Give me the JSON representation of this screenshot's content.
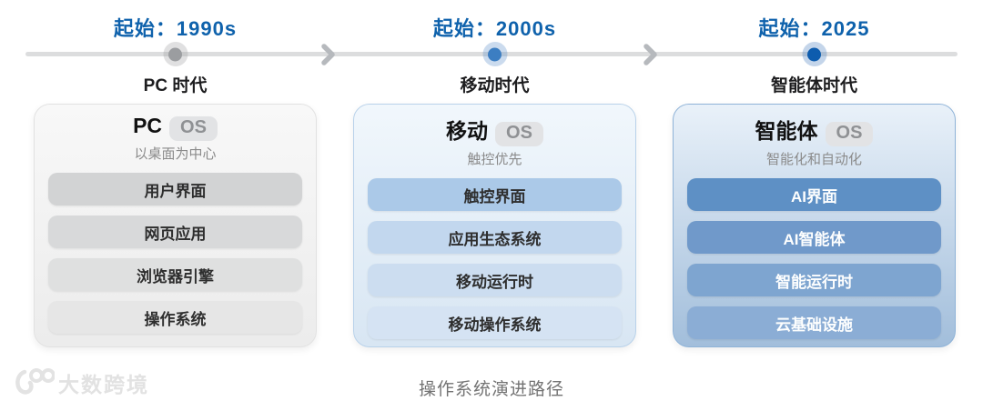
{
  "timeline": {
    "eras": [
      {
        "start_label": "起始：1990s",
        "era_label": "PC 时代",
        "dot_color": "#9b9da0"
      },
      {
        "start_label": "起始：2000s",
        "era_label": "移动时代",
        "dot_color": "#3c7ec2"
      },
      {
        "start_label": "起始：2025",
        "era_label": "智能体时代",
        "dot_color": "#0d5cae"
      }
    ],
    "accent_color": "#0f62ac",
    "track_color": "#dcddde"
  },
  "cards": [
    {
      "title": "PC",
      "badge": "OS",
      "subtitle": "以桌面为中心",
      "items": [
        "用户界面",
        "网页应用",
        "浏览器引擎",
        "操作系统"
      ],
      "theme_color": "#d2d3d4"
    },
    {
      "title": "移动",
      "badge": "OS",
      "subtitle": "触控优先",
      "items": [
        "触控界面",
        "应用生态系统",
        "移动运行时",
        "移动操作系统"
      ],
      "theme_color": "#abc9e8"
    },
    {
      "title": "智能体",
      "badge": "OS",
      "subtitle": "智能化和自动化",
      "items": [
        "AI界面",
        "AI智能体",
        "智能运行时",
        "云基础设施"
      ],
      "theme_color": "#5e90c5"
    }
  ],
  "caption": "操作系统演进路径",
  "watermark": "大数跨境"
}
